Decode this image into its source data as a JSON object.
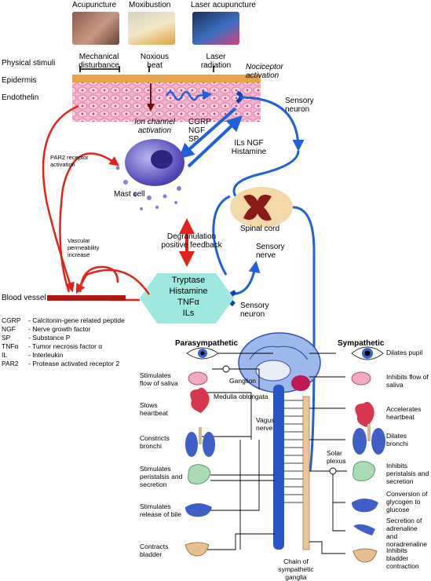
{
  "top": {
    "methods": [
      "Acupuncture",
      "Moxibustion",
      "Laser acupuncture"
    ],
    "stimuli_label": "Physical stimuli",
    "stimuli": [
      "Mechanical disturbance",
      "Noxious heat",
      "Laser radiation"
    ],
    "layers": [
      "Epidermis",
      "Endothelin"
    ],
    "nociceptor": "Nociceptor activation",
    "ion_channel": "Ion channel activation",
    "sensory_neuron_top": "Sensory neuron"
  },
  "middle": {
    "mediators_to_mast": "CGRP NGF SP",
    "mediators_from_mast": "ILs NGF Histamine",
    "mast_cell": "Mast cell",
    "spinal_cord": "Spinal cord",
    "sensory_nerve": "Sensory nerve",
    "par2": "PAR2 receptor activation",
    "vascular": "Vascular permeability increase",
    "degranulation": "Degranulation positive feedback",
    "blood_vessel": "Blood vessel",
    "hexagon": [
      "Tryptase",
      "Histamine",
      "TNFα",
      "ILs"
    ],
    "sensory_neuron_bottom": "Sensory neuron"
  },
  "abbreviations": [
    {
      "k": "CGRP",
      "v": "- Calcitonin-gene related peptide"
    },
    {
      "k": "NGF",
      "v": "- Nerve growth factor"
    },
    {
      "k": "SP",
      "v": "- Substance P"
    },
    {
      "k": "TNFα",
      "v": "- Tumor necrosis factor α"
    },
    {
      "k": "IL",
      "v": "- Interleukin"
    },
    {
      "k": "PAR2",
      "v": "- Protease activated receptor 2"
    }
  ],
  "ans": {
    "parasympathetic": "Parasympathetic",
    "sympathetic": "Sympathetic",
    "ganglion": "Ganglion",
    "medulla": "Medulla oblongata",
    "vagus": "Vagus nerve",
    "solar": "Solar plexus",
    "chain": "Chain of sympathetic ganglia",
    "para_effects": [
      "Stimulates flow of saliva",
      "Slows heartbeat",
      "Constricts bronchi",
      "Stimulates peristalsis and secretion",
      "Stimulates release of bile",
      "Contracts bladder"
    ],
    "symp_effects": [
      "Dilates pupil",
      "Inhibits flow of saliva",
      "Accelerates heartbeat",
      "Dilates bronchi",
      "Inhibits peristalsis and secretion",
      "Conversion of glycogen to glucose",
      "Secretion of adrenaline and noradrenaline",
      "Inhibits bladder contraction"
    ]
  },
  "colors": {
    "red": "#e3221b",
    "blue": "#2060d8",
    "skin": "#f4a7c4",
    "epidermis": "#e8a548"
  }
}
